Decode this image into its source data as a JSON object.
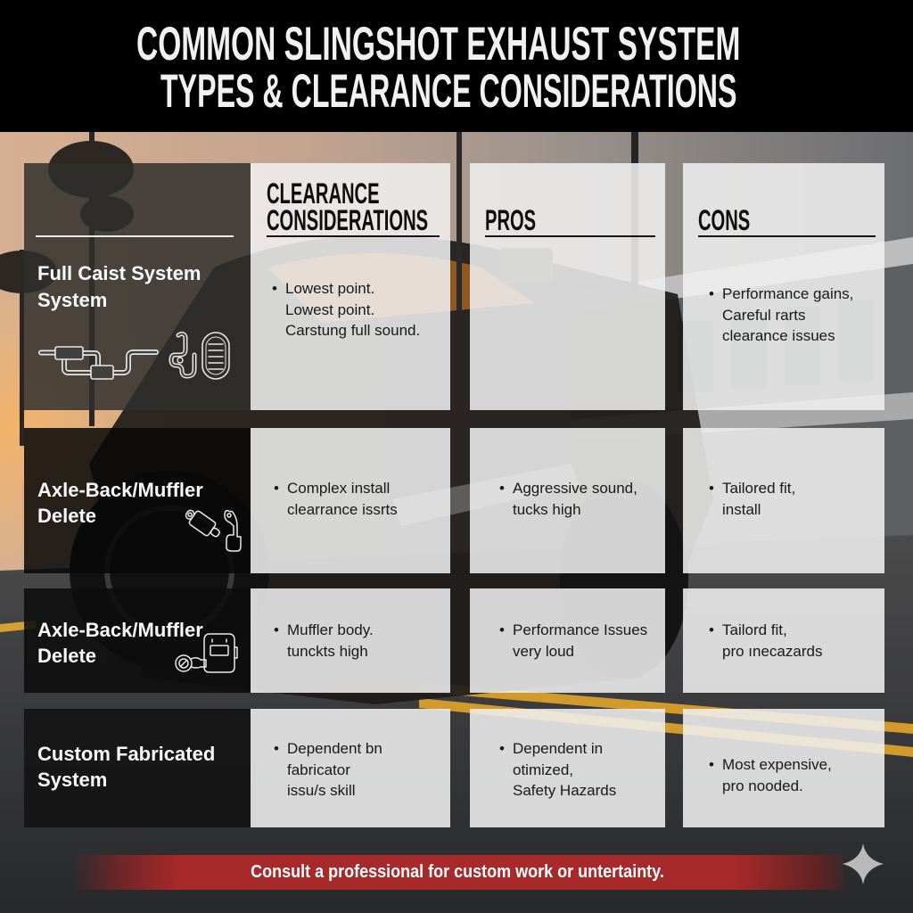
{
  "header": {
    "title_line1": "COMMON SLINGSHOT EXHAUST SYSTEM",
    "title_line2": "TYPES & CLEARANCE CONSIDERATIONS"
  },
  "columns": {
    "clearance": {
      "line1": "CLEARANCE",
      "line2": "CONSIDERATIONS"
    },
    "pros": {
      "label": "PROS"
    },
    "cons": {
      "label": "CONS"
    }
  },
  "rows": [
    {
      "type": {
        "line1": "Full Caist System",
        "line2": "System"
      },
      "icons": [
        "exhaust-system-icon",
        "coiled-pipe-icon",
        "muffler-canister-icon"
      ],
      "bullet": "•",
      "clearance": [
        "Lowest point.",
        "Lowest point.",
        "Carstung full sound."
      ],
      "pros": [],
      "cons": [
        "Performance gains,",
        "Careful rarts",
        "clearance issues"
      ]
    },
    {
      "type": {
        "line1": "Axle-Back/Muffler",
        "line2": "Delete"
      },
      "icons": [
        "muffler-icon",
        "tailpipe-hook-icon"
      ],
      "bullet": "•",
      "clearance": [
        "Complex install",
        "clearrance issrts"
      ],
      "pros": [
        "Aggressive sound,",
        "tucks high"
      ],
      "cons": [
        "Tailored fit,",
        "install"
      ]
    },
    {
      "type": {
        "line1": "Axle-Back/Muffler",
        "line2": "Delete"
      },
      "icons": [
        "welding-helmet-icon",
        "gauge-icon"
      ],
      "bullet": "•",
      "clearance": [
        "Muffler body.",
        "tunckts high"
      ],
      "pros": [
        "Performance Issues",
        "very loud"
      ],
      "cons": [
        "Tailord fit,",
        "pro ınecazards"
      ]
    },
    {
      "type": {
        "line1": "Custom Fabricated",
        "line2": "System"
      },
      "icons": [],
      "bullet": "•",
      "clearance": [
        "Dependent bn",
        "fabricator",
        "issu/s skill"
      ],
      "pros": [
        "Dependent in",
        "otimized,",
        "Safety Hazards"
      ],
      "cons": [
        "Most expensive,",
        "pro nooded."
      ]
    }
  ],
  "footer": {
    "disclaimer": "Consult a professional for custom work or untertainty.",
    "icon": "sparkle-icon"
  },
  "colors": {
    "header_bg": "#000000",
    "banner_red": "#a8292a",
    "cell_light": "#e8e8e8",
    "type_cell_dark": "#121212",
    "type_cell_row1": "#3e3b38",
    "text_dark": "#191919",
    "text_light": "#fafafa",
    "road_stripe": "#d19a2a"
  }
}
